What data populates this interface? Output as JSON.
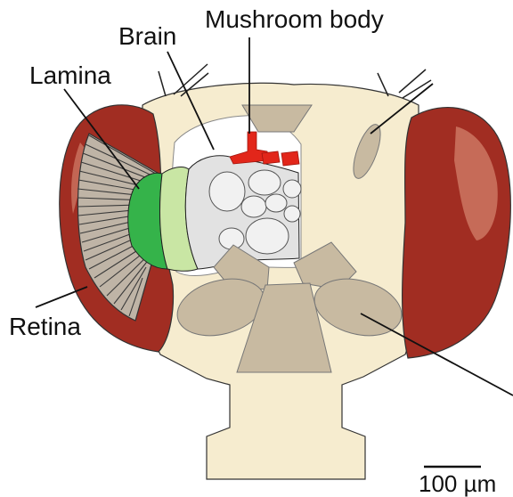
{
  "labels": {
    "mushroom_body": "Mushroom body",
    "brain": "Brain",
    "lamina": "Lamina",
    "retina": "Retina",
    "scale_bar": "100 µm"
  },
  "colors": {
    "head": "#f6eccf",
    "eye": "#a12d22",
    "eye_highlight": "#cf7a66",
    "brain_cutaway": "#ffffff",
    "brain_neuropil": "#e2e2e2",
    "mushroom_body": "#e2261a",
    "lamina_green": "#35b34a",
    "lamina_light": "#c9e6a4",
    "internal_structures": "#c8baa1",
    "retina_fan": "#bfb4a6",
    "outline": "#222222"
  }
}
